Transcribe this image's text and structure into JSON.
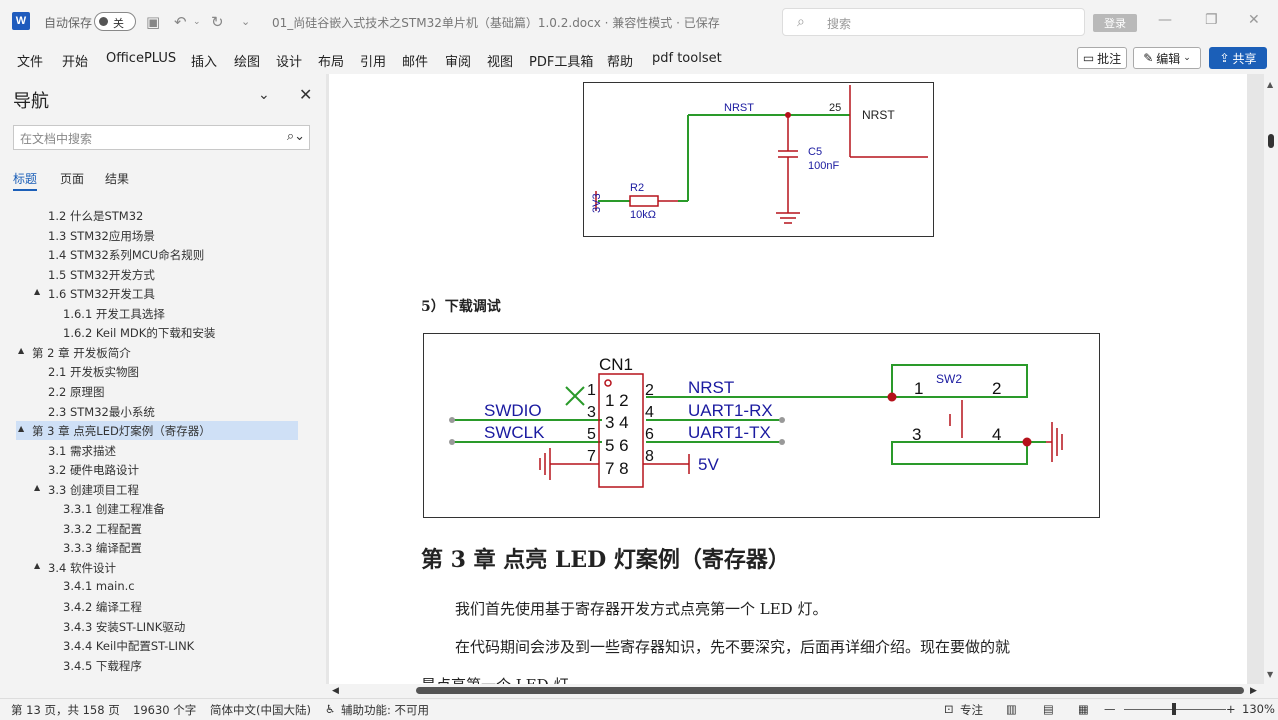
{
  "titlebar": {
    "app_icon": "W",
    "autosave_label": "自动保存",
    "autosave_state": "关",
    "doc_title": "01_尚硅谷嵌入式技术之STM32单片机（基础篇）1.0.2.docx  ·  兼容性模式  ·  已保存 ",
    "search_placeholder": "搜索",
    "login_label": "登录"
  },
  "ribbon": {
    "tabs": [
      "文件",
      "开始",
      "OfficePLUS",
      "插入",
      "绘图",
      "设计",
      "布局",
      "引用",
      "邮件",
      "审阅",
      "视图",
      "PDF工具箱",
      "帮助",
      "pdf toolset"
    ],
    "comment_label": "批注",
    "edit_label": "编辑",
    "share_label": "共享"
  },
  "nav": {
    "title": "导航",
    "search_placeholder": "在文档中搜索",
    "tabs": [
      "标题",
      "页面",
      "结果"
    ],
    "items": [
      {
        "label": "1.2 什么是STM32",
        "level": 2,
        "arrow": ""
      },
      {
        "label": "1.3 STM32应用场景",
        "level": 2,
        "arrow": ""
      },
      {
        "label": "1.4 STM32系列MCU命名规则",
        "level": 2,
        "arrow": ""
      },
      {
        "label": "1.5 STM32开发方式",
        "level": 2,
        "arrow": ""
      },
      {
        "label": "1.6 STM32开发工具",
        "level": 2,
        "arrow": "▲"
      },
      {
        "label": "1.6.1 开发工具选择",
        "level": 3,
        "arrow": ""
      },
      {
        "label": "1.6.2 Keil MDK的下载和安装",
        "level": 3,
        "arrow": ""
      },
      {
        "label": "第 2 章 开发板简介",
        "level": 1,
        "arrow": "▲"
      },
      {
        "label": "2.1 开发板实物图",
        "level": 2,
        "arrow": ""
      },
      {
        "label": "2.2 原理图",
        "level": 2,
        "arrow": ""
      },
      {
        "label": "2.3 STM32最小系统",
        "level": 2,
        "arrow": ""
      },
      {
        "label": "第 3 章 点亮LED灯案例（寄存器）",
        "level": 1,
        "arrow": "▲",
        "selected": true
      },
      {
        "label": "3.1 需求描述",
        "level": 2,
        "arrow": ""
      },
      {
        "label": "3.2 硬件电路设计",
        "level": 2,
        "arrow": ""
      },
      {
        "label": "3.3 创建项目工程",
        "level": 2,
        "arrow": "▲"
      },
      {
        "label": "3.3.1 创建工程准备",
        "level": 3,
        "arrow": ""
      },
      {
        "label": "3.3.2 工程配置",
        "level": 3,
        "arrow": ""
      },
      {
        "label": "3.3.3 编译配置",
        "level": 3,
        "arrow": ""
      },
      {
        "label": "3.4 软件设计",
        "level": 2,
        "arrow": "▲"
      },
      {
        "label": "3.4.1 main.c",
        "level": 3,
        "arrow": ""
      },
      {
        "label": "3.4.2 编译工程",
        "level": 3,
        "arrow": ""
      },
      {
        "label": "3.4.3 安装ST-LINK驱动",
        "level": 3,
        "arrow": ""
      },
      {
        "label": "3.4.4 Keil中配置ST-LINK",
        "level": 3,
        "arrow": ""
      },
      {
        "label": "3.4.5 下载程序",
        "level": 3,
        "arrow": ""
      }
    ]
  },
  "document": {
    "schematic1": {
      "net_nrst": "NRST",
      "pin_25": "25",
      "pin_nrst": "NRST",
      "c5": "C5",
      "c5_value": "100nF",
      "r2": "R2",
      "r2_value": "10kΩ",
      "vcc": "3V3"
    },
    "section_heading": "5）下载调试",
    "schematic2": {
      "cn1": "CN1",
      "pins_left": [
        "1",
        "3",
        "5",
        "7"
      ],
      "pins_right": [
        "2",
        "4",
        "6",
        "8"
      ],
      "body_rows": [
        "1 2",
        "3 4",
        "5 6",
        "7 8"
      ],
      "swdio": "SWDIO",
      "swclk": "SWCLK",
      "nrst": "NRST",
      "uart_rx": "UART1-RX",
      "uart_tx": "UART1-TX",
      "v5": "5V",
      "sw2": "SW2",
      "sw_pin1": "1",
      "sw_pin2": "2",
      "sw_pin3": "3",
      "sw_pin4": "4"
    },
    "chapter_heading": "第 3 章 点亮 LED 灯案例（寄存器）",
    "para1": "我们首先使用基于寄存器开发方式点亮第一个 LED 灯。",
    "para2": "在代码期间会涉及到一些寄存器知识，先不要深究，后面再详细介绍。现在要做的就",
    "para3": "是点亮第一个 LED 灯。"
  },
  "statusbar": {
    "page": "第 13 页，共 158 页",
    "words": "19630 个字",
    "language": "简体中文(中国大陆)",
    "accessibility": "辅助功能: 不可用",
    "focus": "专注",
    "zoom": "130%"
  },
  "colors": {
    "wire": "#2a9a2a",
    "label_blue": "#1a1aa0",
    "component": "#b5121b",
    "accent": "#1b5fb8"
  }
}
